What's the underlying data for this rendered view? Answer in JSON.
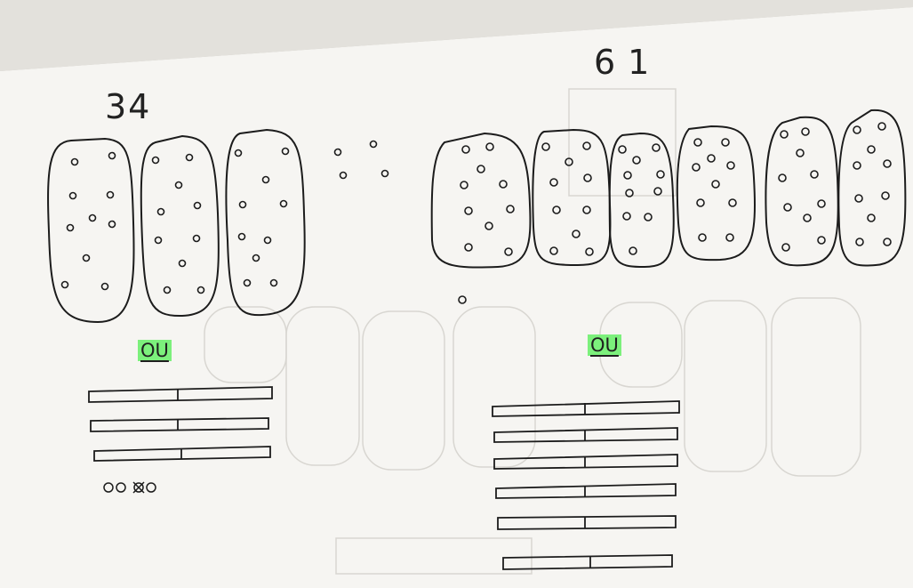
{
  "left_group": {
    "number": "34",
    "or_label": "OU",
    "bars_count": 3,
    "circle_note": "OOXO",
    "loose_dots": 4
  },
  "right_group": {
    "number": "61",
    "or_label": "OU",
    "bars_count": 6,
    "loose_dots": 1
  },
  "colors": {
    "paper": "#f5f4f1",
    "ink": "#1c1c1c",
    "highlight": "#7cf07c",
    "ghost_ink": "#cfcdc8"
  }
}
